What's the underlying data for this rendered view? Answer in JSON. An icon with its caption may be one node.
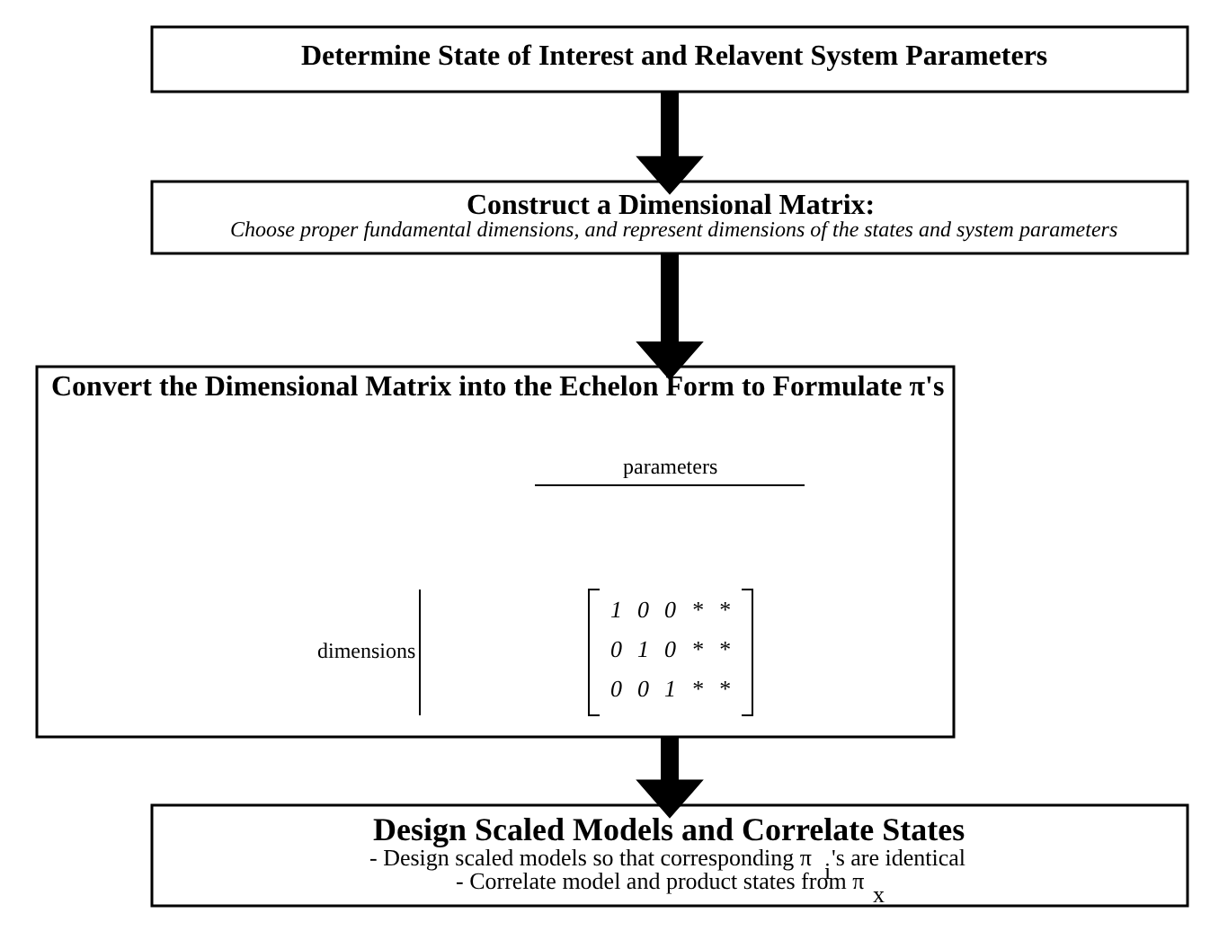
{
  "diagram": {
    "nodes": [
      {
        "text": [
          "Determine State of Interest and Relavent System Parameters"
        ]
      },
      {
        "text": [
          "Construct a Dimensional Matrix:",
          "Choose proper fundamental dimensions, and represent dimensions of the states and system parameters"
        ]
      },
      {
        "text": [
          "Convert the Dimensional Matrix into the Echelon Form to Formulate π's"
        ]
      },
      {
        "text": [
          "Design Scaled Models and Correlate States",
          "- Design scaled models so that corresponding π$_{i}$'s are identical",
          "- Correlate model and product states from π$_{x}$"
        ]
      }
    ],
    "edges": [
      {
        "from": 0,
        "to": 1,
        "arrow": "to"
      },
      {
        "from": 1,
        "to": 2,
        "arrow": "to"
      },
      {
        "from": 2,
        "to": 3,
        "arrow": "to"
      }
    ],
    "labels": [
      "parameters",
      "dimensions",
      "1",
      "0",
      "0",
      "*",
      "*",
      "0",
      "1",
      "0",
      "*",
      "*",
      "0",
      "0",
      "1",
      "*",
      "*"
    ]
  }
}
